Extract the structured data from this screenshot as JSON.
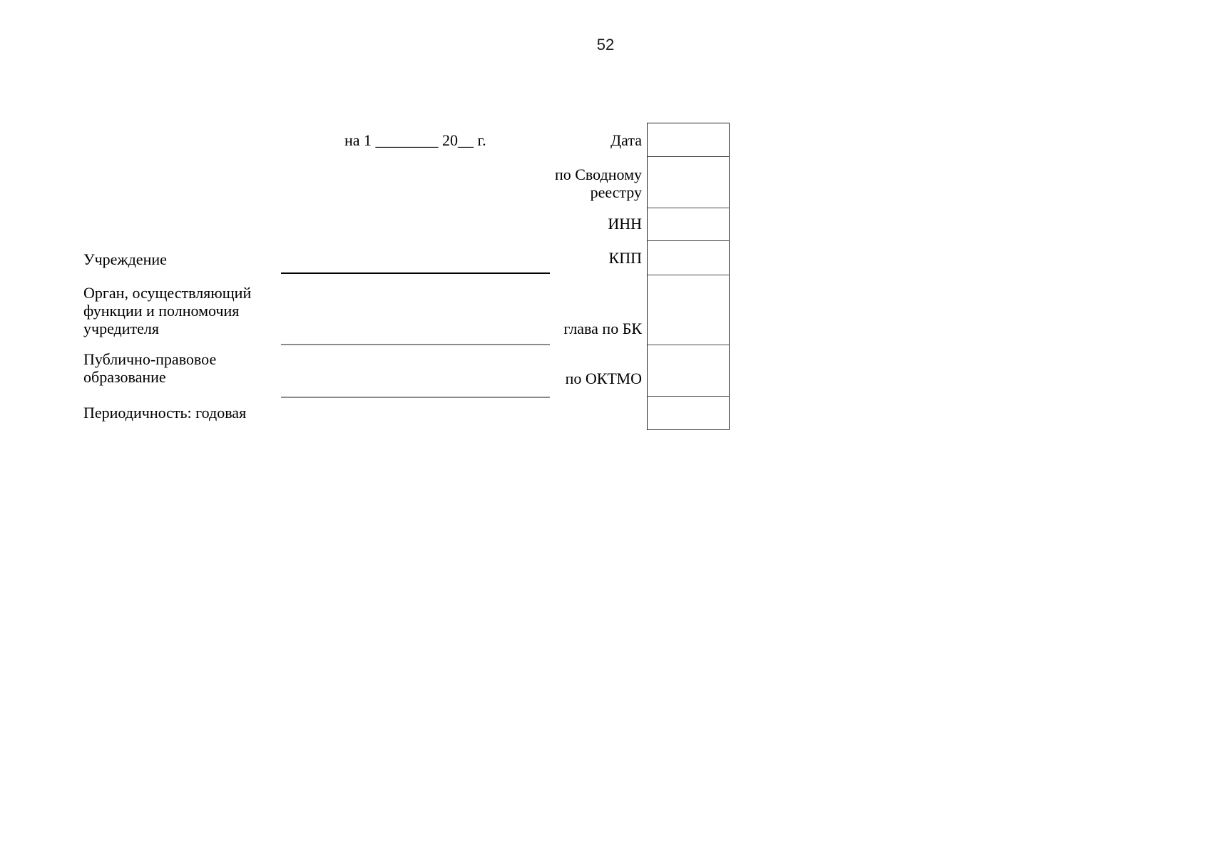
{
  "page": {
    "number": "52"
  },
  "header": {
    "date_line": "на 1 ________ 20__ г."
  },
  "code_panel": {
    "labels": [
      {
        "label": "Дата"
      },
      {
        "label": "по Сводному\nреестру"
      },
      {
        "label": "ИНН"
      },
      {
        "label": "КПП"
      },
      {
        "label": "глава по БК"
      },
      {
        "label": "по ОКТМО"
      }
    ],
    "box_values": [
      "",
      "",
      "",
      "",
      "",
      "",
      ""
    ]
  },
  "requisites": {
    "institution_label": "Учреждение",
    "founder_label": "Орган, осуществляющий\nфункции и полномочия\nучредителя",
    "public_entity_label": "Публично-правовое\nобразование",
    "periodicity_label": "Периодичность: годовая"
  },
  "colors": {
    "text": "#000000",
    "box_border": "#2b2b2b",
    "underline_dark": "#000000",
    "underline_gray": "#8a8a8a"
  }
}
